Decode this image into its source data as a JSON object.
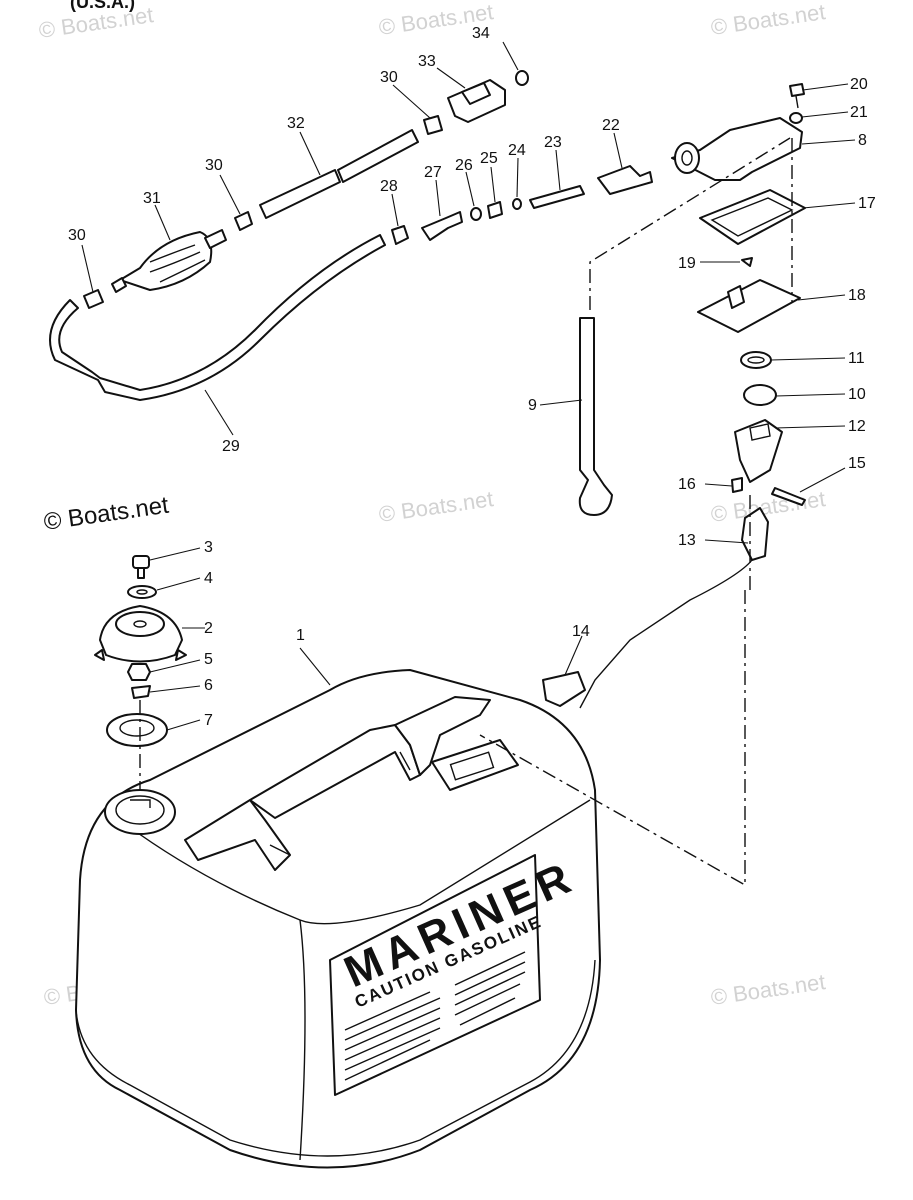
{
  "header": {
    "region_label": "(U.S.A.)"
  },
  "watermarks": {
    "main": "© Boats.net",
    "faint": "© Boats.net"
  },
  "tank_label": {
    "brand": "MARINER",
    "caution": "CAUTION GASOLINE"
  },
  "callouts": [
    "1",
    "2",
    "3",
    "4",
    "5",
    "6",
    "7",
    "8",
    "9",
    "10",
    "11",
    "12",
    "13",
    "14",
    "15",
    "16",
    "17",
    "18",
    "19",
    "20",
    "21",
    "22",
    "23",
    "24",
    "25",
    "26",
    "27",
    "28",
    "29",
    "30",
    "31",
    "32",
    "33",
    "34"
  ]
}
